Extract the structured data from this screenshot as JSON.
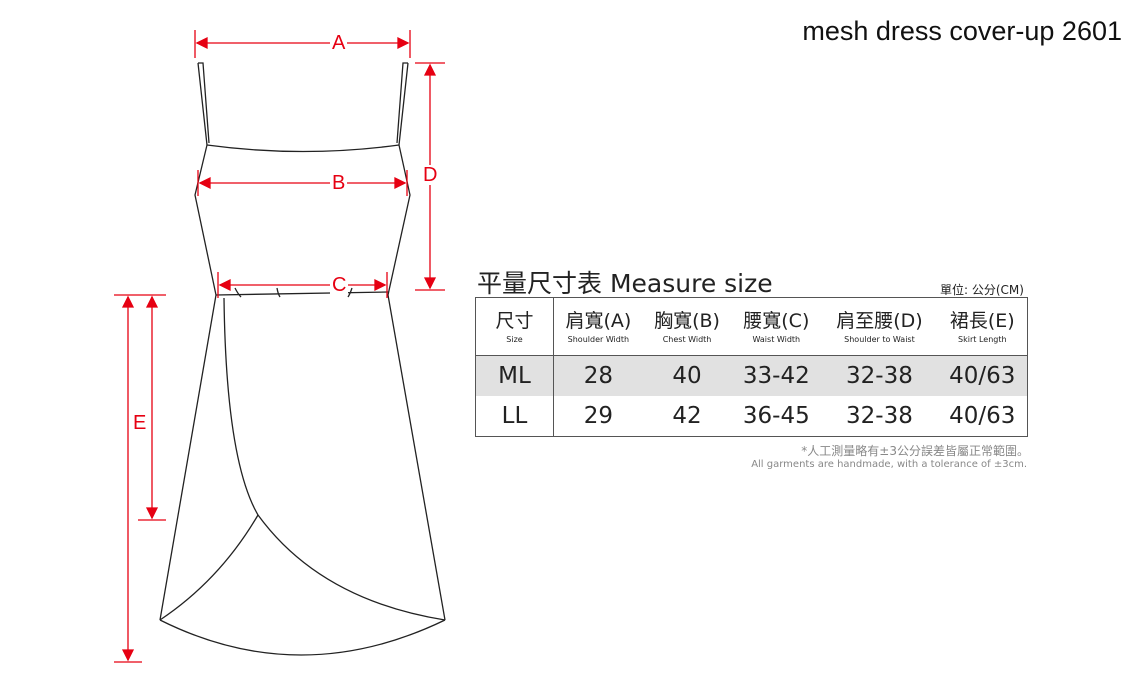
{
  "product_title": "mesh dress cover-up 2601",
  "diagram_labels": {
    "a": "A",
    "b": "B",
    "c": "C",
    "d": "D",
    "e": "E"
  },
  "colors": {
    "measure_red": "#e60012",
    "row_highlight": "#e1e1e1"
  },
  "table": {
    "title": "平量尺寸表 Measure size",
    "unit": "單位: 公分(CM)",
    "headers": [
      {
        "zh": "尺寸",
        "en": "Size"
      },
      {
        "zh": "肩寬(A)",
        "en": "Shoulder Width"
      },
      {
        "zh": "胸寬(B)",
        "en": "Chest Width"
      },
      {
        "zh": "腰寬(C)",
        "en": "Waist Width"
      },
      {
        "zh": "肩至腰(D)",
        "en": "Shoulder to Waist"
      },
      {
        "zh": "裙長(E)",
        "en": "Skirt Length"
      }
    ],
    "rows": [
      [
        "ML",
        "28",
        "40",
        "33-42",
        "32-38",
        "40/63"
      ],
      [
        "LL",
        "29",
        "42",
        "36-45",
        "32-38",
        "40/63"
      ]
    ],
    "note_zh": "*人工測量略有±3公分誤差皆屬正常範圍。",
    "note_en": "All garments are handmade, with a tolerance of ±3cm."
  }
}
